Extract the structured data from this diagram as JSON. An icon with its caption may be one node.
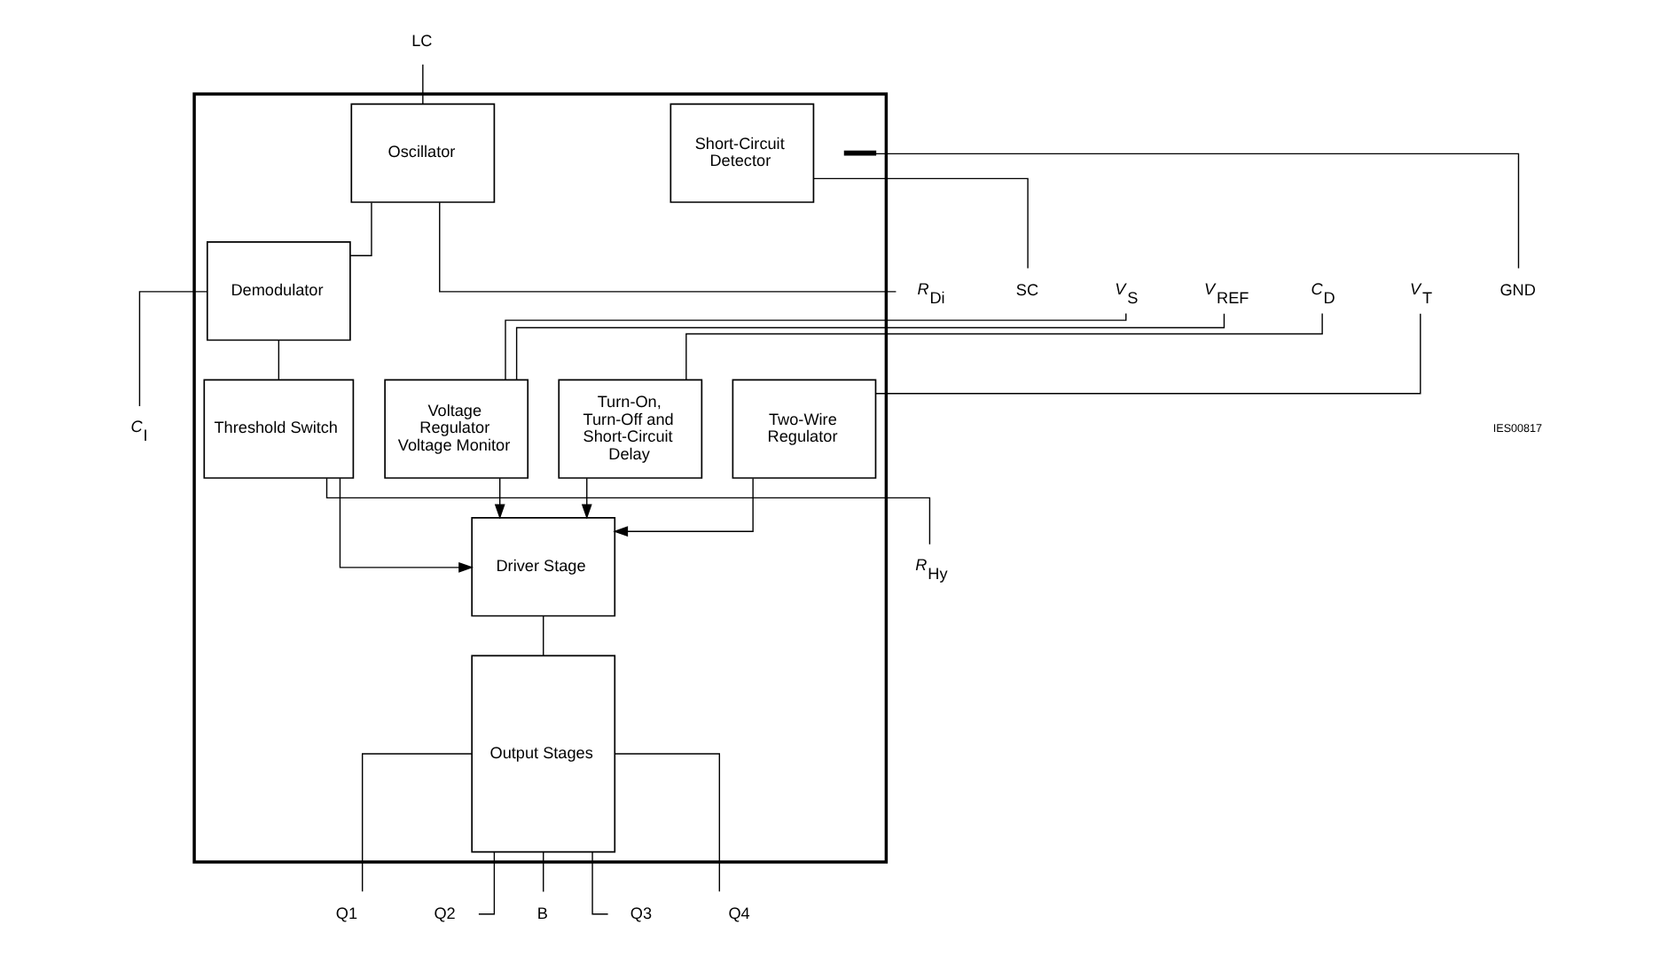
{
  "diagram": {
    "nodes": [
      {
        "text": [],
        "shape": "box"
      },
      {
        "text": [
          "Voltage Regulator Voltage Monitor"
        ],
        "in": 0
      },
      {
        "text": [
          "Two-Wire Regulator"
        ],
        "in": 0
      },
      {
        "text": [
          "Turn-On, Turn-Off and Short-Circuit Delay"
        ],
        "in": 0
      },
      {
        "text": [
          "Short-Circuit Detector"
        ],
        "in": 0
      },
      {
        "text": [
          "Driver Stage"
        ],
        "in": 0
      },
      {
        "text": [
          "Output Stages"
        ],
        "in": 0
      },
      {
        "text": [
          "Oscillator"
        ],
        "in": 0
      },
      {
        "text": [
          "Demodulator"
        ],
        "in": 0
      },
      {
        "text": [
          "Threshold Switch"
        ],
        "in": 0
      },
      {
        "text": [],
        "shape": "bar",
        "in": 0
      },
      {
        "text": [
          "*V*$_{S}$"
        ]
      },
      {
        "text": [
          "*V*$_{T}$"
        ]
      },
      {
        "text": [
          "*C*$_{D}$"
        ]
      },
      {
        "text": [
          "*V*$_{REF}$"
        ]
      },
      {
        "text": [
          "SC"
        ]
      },
      {
        "text": [
          "Q1"
        ]
      },
      {
        "text": [
          "Q2"
        ]
      },
      {
        "text": [
          "B"
        ]
      },
      {
        "text": [
          "Q3"
        ]
      },
      {
        "text": [
          "Q4"
        ]
      },
      {
        "text": [
          "LC"
        ]
      },
      {
        "text": [
          "*R*$_{Di}$"
        ]
      },
      {
        "text": [
          "*C*$_{I}$"
        ]
      },
      {
        "text": [
          "*R*$_{Hy}$"
        ]
      },
      {
        "text": [
          "GND"
        ]
      }
    ],
    "edges": [
      {
        "from": 11,
        "to": 1,
        "arrow": "none"
      },
      {
        "from": 12,
        "to": 2,
        "arrow": "none"
      },
      {
        "from": 13,
        "to": 3,
        "arrow": "none"
      },
      {
        "from": 14,
        "to": 1,
        "arrow": "none"
      },
      {
        "from": 4,
        "to": 15,
        "arrow": "none"
      },
      {
        "from": 3,
        "to": 5,
        "arrow": "to"
      },
      {
        "from": 2,
        "to": 5,
        "arrow": "to"
      },
      {
        "from": 1,
        "to": 5,
        "arrow": "to"
      },
      {
        "from": 9,
        "to": 5,
        "arrow": "to"
      },
      {
        "from": 5,
        "to": 6,
        "arrow": "none"
      },
      {
        "from": 6,
        "to": 16,
        "arrow": "none"
      },
      {
        "from": 6,
        "to": 17,
        "arrow": "none"
      },
      {
        "from": 6,
        "to": 18,
        "arrow": "none"
      },
      {
        "from": 6,
        "to": 19,
        "arrow": "none"
      },
      {
        "from": 6,
        "to": 20,
        "arrow": "none"
      },
      {
        "from": 21,
        "to": 7,
        "arrow": "none"
      },
      {
        "from": 7,
        "to": 8,
        "arrow": "none"
      },
      {
        "from": 8,
        "to": 9,
        "arrow": "none"
      },
      {
        "from": 7,
        "to": 22,
        "arrow": "none"
      },
      {
        "from": 8,
        "to": 23,
        "arrow": "none"
      },
      {
        "from": 9,
        "to": 24,
        "arrow": "none"
      },
      {
        "from": 10,
        "to": 25,
        "arrow": "none"
      }
    ],
    "labels": [
      "IES00817"
    ]
  }
}
